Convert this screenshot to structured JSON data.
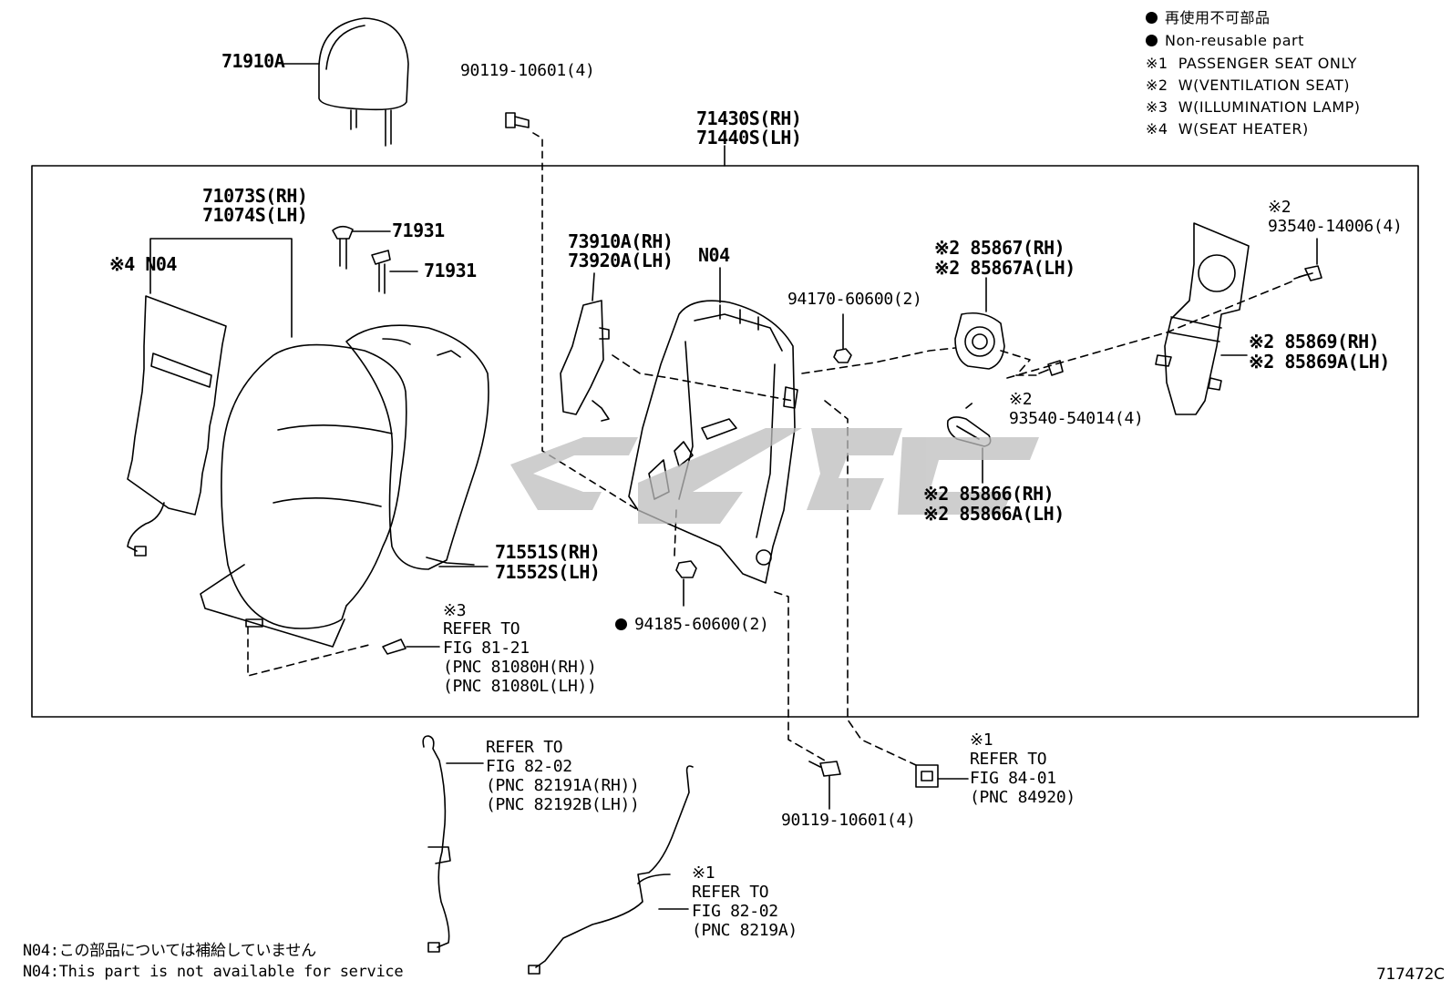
{
  "colors": {
    "ink": "#000000",
    "watermark": "#bdbdbd",
    "background": "#ffffff"
  },
  "legend": {
    "nonreusable_jp": "再使用不可部品",
    "nonreusable_en": "Non-reusable part",
    "notes": [
      {
        "mark": "※1",
        "text": "PASSENGER SEAT ONLY"
      },
      {
        "mark": "※2",
        "text": "W(VENTILATION SEAT)"
      },
      {
        "mark": "※3",
        "text": "W(ILLUMINATION LAMP)"
      },
      {
        "mark": "※4",
        "text": "W(SEAT HEATER)"
      }
    ]
  },
  "labels": {
    "headrest": "71910A",
    "bolt_top": "90119-10601(4)",
    "assy_rh": "71430S(RH)",
    "assy_lh": "71440S(LH)",
    "cover_rh": "71073S(RH)",
    "cover_lh": "71074S(LH)",
    "heater_mark": "※4 N04",
    "guide_1": "71931",
    "guide_2": "71931",
    "panel_rh": "73910A(RH)",
    "panel_lh": "73920A(LH)",
    "frame_n04": "N04",
    "nut_94170": "94170-60600(2)",
    "fan_rh": "※2 85867(RH)",
    "fan_lh": "※2 85867A(LH)",
    "screw_mark": "※2",
    "screw_14006": "93540-14006(4)",
    "duct_rh": "※2 85869(RH)",
    "duct_lh": "※2 85869A(LH)",
    "screw2_mark": "※2",
    "screw_54014": "93540-54014(4)",
    "grille_rh": "※2 85866(RH)",
    "grille_lh": "※2 85866A(LH)",
    "pad_rh": "71551S(RH)",
    "pad_lh": "71552S(LH)",
    "nut_94185": "94185-60600(2)",
    "lamp_mark": "※3",
    "lamp_ref1": "REFER TO",
    "lamp_ref2": "FIG 81-21",
    "lamp_ref3": "(PNC 81080H(RH))",
    "lamp_ref4": "(PNC 81080L(LH))",
    "wire1_ref1": "REFER TO",
    "wire1_ref2": "FIG 82-02",
    "wire1_ref3": "(PNC 82191A(RH))",
    "wire1_ref4": "(PNC 82192B(LH))",
    "wire2_mark": "※1",
    "wire2_ref1": "REFER TO",
    "wire2_ref2": "FIG 82-02",
    "wire2_ref3": "(PNC 8219A)",
    "bolt_bottom": "90119-10601(4)",
    "sw_mark": "※1",
    "sw_ref1": "REFER TO",
    "sw_ref2": "FIG 84-01",
    "sw_ref3": "(PNC 84920)"
  },
  "footnotes": {
    "jp": "N04:この部品については補給していません",
    "en": "N04:This part is not available for service"
  },
  "figure_id": "717472C",
  "watermark_icon": "dealer-logo-watermark"
}
